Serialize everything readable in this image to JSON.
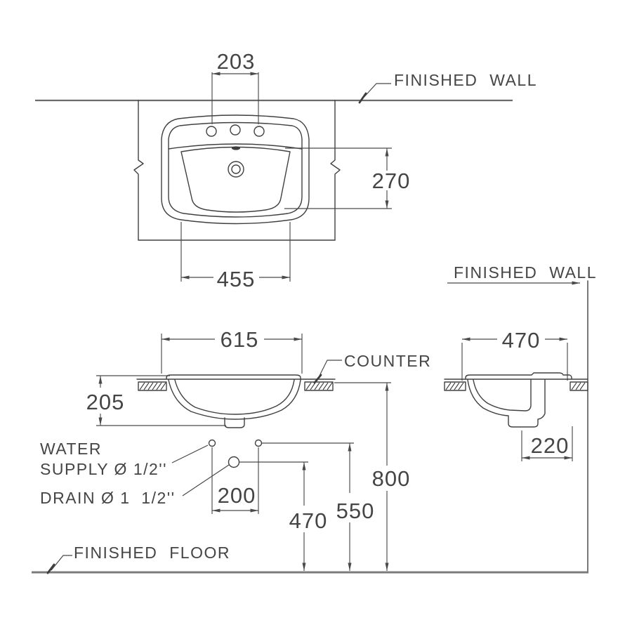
{
  "drawing": {
    "line_color": "#404040",
    "dim_color": "#454545",
    "wall_floor_color": "#6b6b6b",
    "plan_view": {
      "wall_label": "FINISHED WALL",
      "dim_faucet_hole_spacing": "203",
      "dim_basin_front_to_back": "270",
      "dim_basin_width": "455"
    },
    "front_view": {
      "dim_overall_width": "615",
      "dim_depth_below_counter": "205",
      "counter_label": "COUNTER"
    },
    "side_view": {
      "wall_label": "FINISHED WALL",
      "dim_overall_front_to_back": "470",
      "dim_drain_to_wall": "220"
    },
    "rough_in": {
      "water_supply_label_line1": "WATER",
      "water_supply_label_line2": "SUPPLY Ø 1/2''",
      "drain_label": "DRAIN Ø 1  1/2''",
      "dim_supply_spacing": "200",
      "dim_drain_height": "470",
      "dim_supply_height": "550",
      "dim_counter_height": "800",
      "floor_label": "FINISHED FLOOR"
    }
  }
}
